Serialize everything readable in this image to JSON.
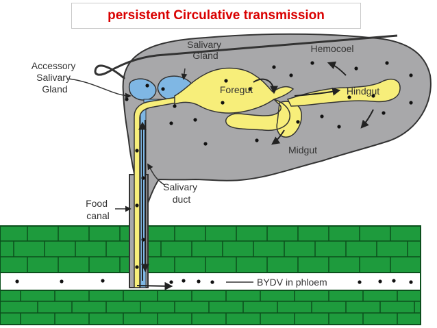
{
  "title": "persistent Circulative transmission",
  "colors": {
    "title": "#d90000",
    "body": "#a8a8aa",
    "gut": "#f7ee7a",
    "gland": "#7fb7e4",
    "plant_cell": "#1e9b3d",
    "plant_outline": "#0b4f1c",
    "virus": "#111111"
  },
  "labels": {
    "accessory_salivary_gland": [
      "Accessory",
      "Salivary",
      "Gland"
    ],
    "salivary_gland": [
      "Salivary",
      "Gland"
    ],
    "hemocoel": "Hemocoel",
    "foregut": "Foregut",
    "hindgut": "Hindgut",
    "midgut": "Midgut",
    "salivary_duct": [
      "Salivary",
      "duct"
    ],
    "food_canal": [
      "Food",
      "canal"
    ],
    "bydv_phloem": "BYDV in phloem"
  }
}
